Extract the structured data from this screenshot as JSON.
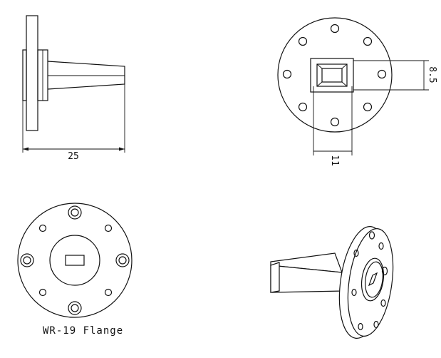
{
  "views": {
    "side": {
      "dimension_width": "25"
    },
    "front": {
      "dimension_height": "8.5",
      "dimension_width": "11"
    },
    "back": {
      "caption": "WR-19 Flange"
    },
    "isometric": {}
  }
}
